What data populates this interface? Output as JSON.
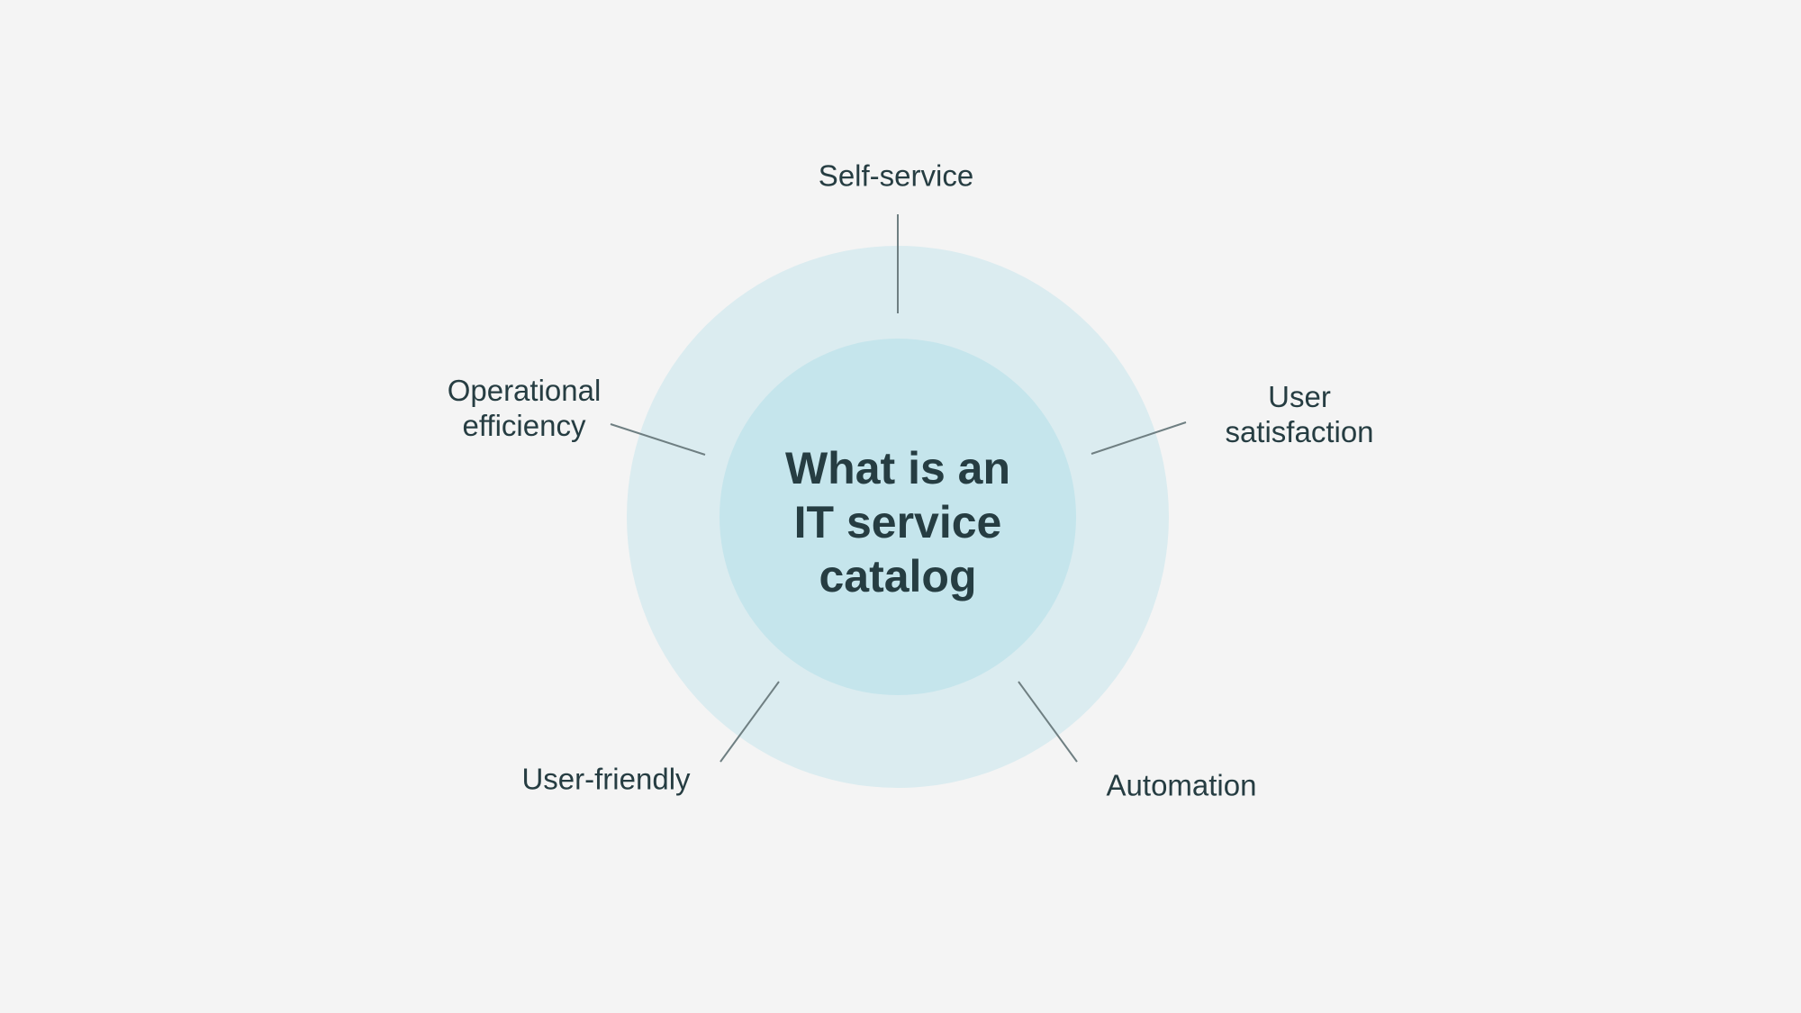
{
  "center": {
    "lines": [
      "What is an",
      "IT service",
      "catalog"
    ]
  },
  "labels": {
    "self_service": "Self-service",
    "operational_efficiency": [
      "Operational",
      "efficiency"
    ],
    "user_satisfaction": [
      "User",
      "satisfaction"
    ],
    "user_friendly": "User-friendly",
    "automation": "Automation"
  },
  "colors": {
    "background": "#f4f4f4",
    "outer_ring": "#dbecf0",
    "inner_circle": "#c5e5ec",
    "text": "#263d42",
    "connector": "#6f7f82"
  }
}
